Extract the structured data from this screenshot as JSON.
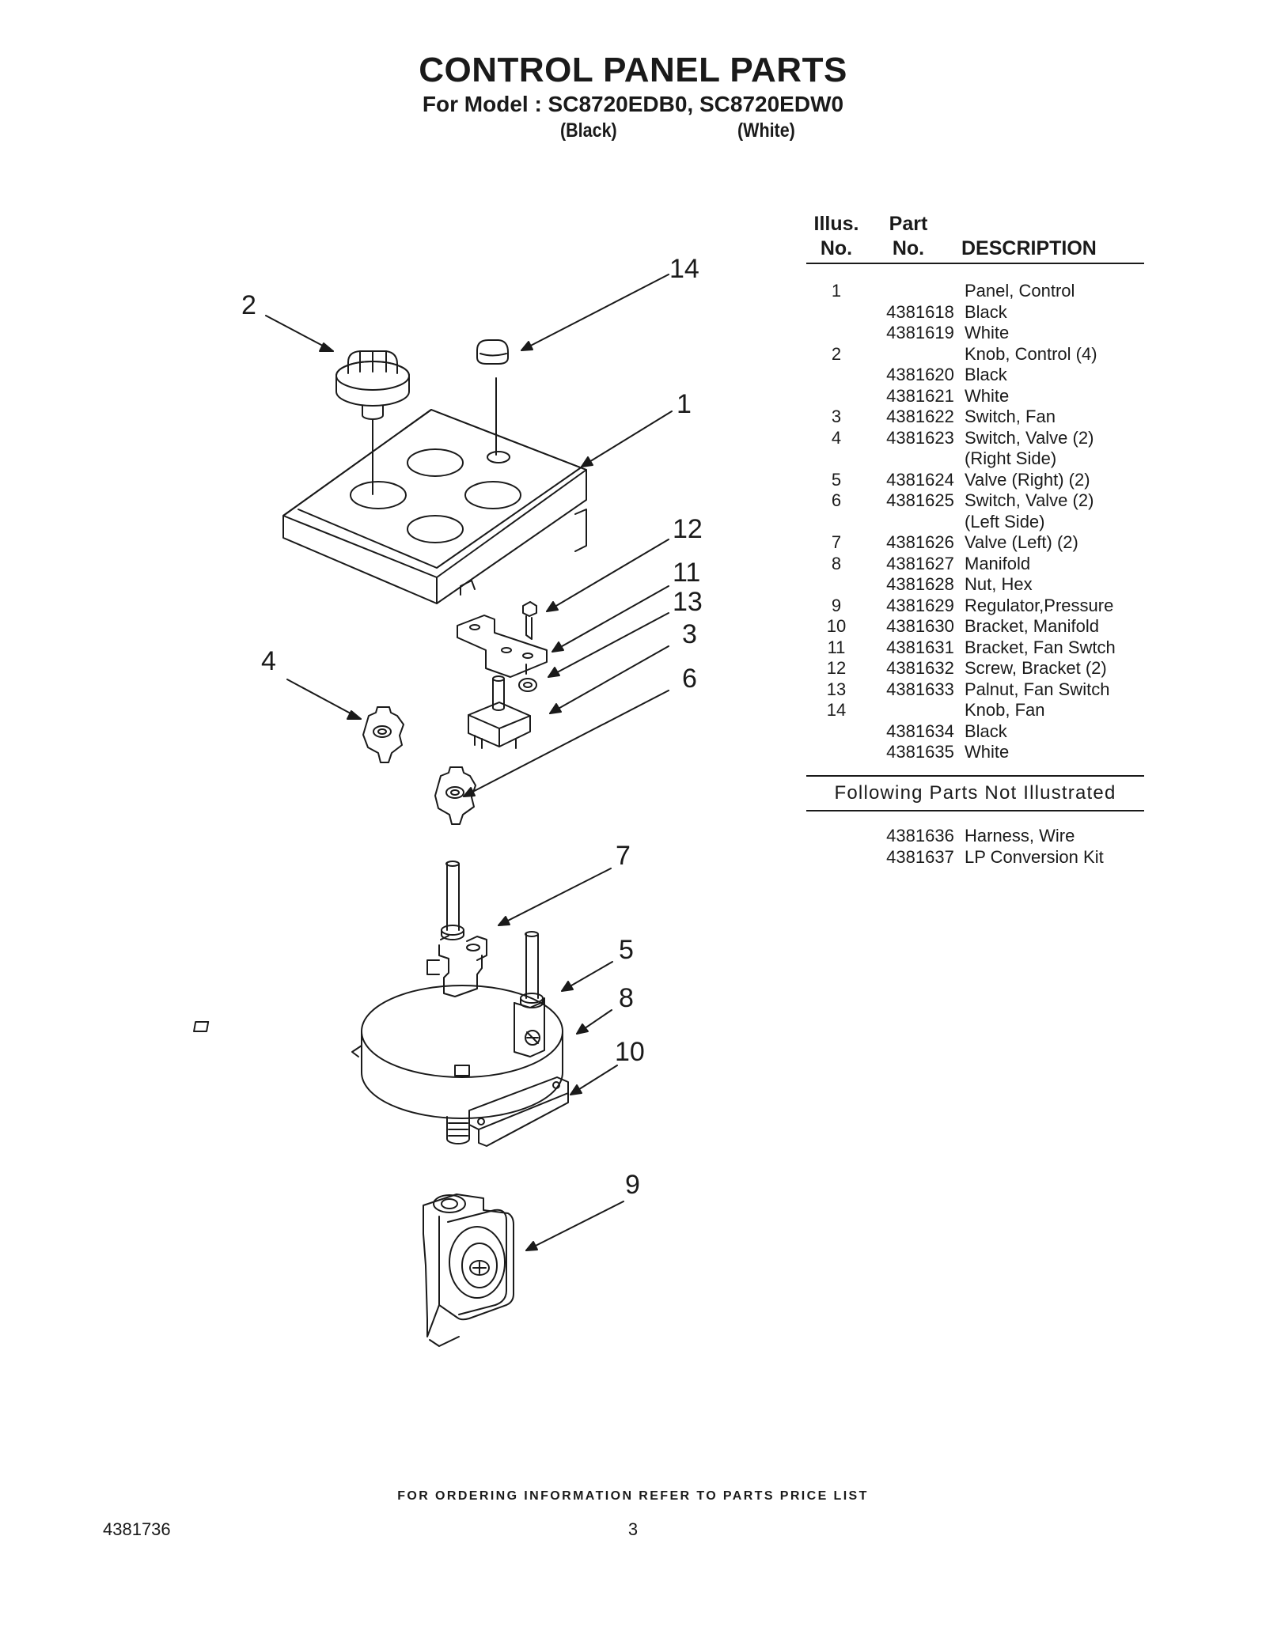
{
  "header": {
    "title": "CONTROL PANEL PARTS",
    "model_line": "For Model : SC8720EDB0, SC8720EDW0",
    "variant_black": "(Black)",
    "variant_white": "(White)"
  },
  "diagram": {
    "callouts": [
      "14",
      "2",
      "1",
      "12",
      "11",
      "13",
      "3",
      "4",
      "6",
      "7",
      "5",
      "8",
      "10",
      "9"
    ],
    "parts_drawn": [
      "knob-control-icon",
      "knob-fan-icon",
      "control-panel-icon",
      "screw-icon",
      "fan-bracket-icon",
      "palnut-icon",
      "fan-switch-icon",
      "valve-switch-icon",
      "valve-icon",
      "manifold-icon",
      "manifold-bracket-icon",
      "pressure-regulator-icon"
    ]
  },
  "table": {
    "header_illus_line1": "Illus.",
    "header_illus_line2": "No.",
    "header_part_line1": "Part",
    "header_part_line2": "No.",
    "header_description": "DESCRIPTION",
    "rows": [
      {
        "illus": "1",
        "part": "",
        "desc": "Panel, Control"
      },
      {
        "illus": "",
        "part": "4381618",
        "desc": "Black"
      },
      {
        "illus": "",
        "part": "4381619",
        "desc": "White"
      },
      {
        "illus": "2",
        "part": "",
        "desc": "Knob, Control (4)"
      },
      {
        "illus": "",
        "part": "4381620",
        "desc": "Black"
      },
      {
        "illus": "",
        "part": "4381621",
        "desc": "White"
      },
      {
        "illus": "3",
        "part": "4381622",
        "desc": "Switch, Fan"
      },
      {
        "illus": "4",
        "part": "4381623",
        "desc": "Switch, Valve (2)"
      },
      {
        "illus": "",
        "part": "",
        "desc": "(Right Side)"
      },
      {
        "illus": "5",
        "part": "4381624",
        "desc": "Valve (Right) (2)"
      },
      {
        "illus": "6",
        "part": "4381625",
        "desc": "Switch, Valve (2)"
      },
      {
        "illus": "",
        "part": "",
        "desc": "(Left Side)"
      },
      {
        "illus": "7",
        "part": "4381626",
        "desc": "Valve (Left) (2)"
      },
      {
        "illus": "8",
        "part": "4381627",
        "desc": "Manifold"
      },
      {
        "illus": "",
        "part": "4381628",
        "desc": "Nut, Hex"
      },
      {
        "illus": "9",
        "part": "4381629",
        "desc": "Regulator,Pressure"
      },
      {
        "illus": "10",
        "part": "4381630",
        "desc": "Bracket, Manifold"
      },
      {
        "illus": "11",
        "part": "4381631",
        "desc": "Bracket, Fan Swtch"
      },
      {
        "illus": "12",
        "part": "4381632",
        "desc": "Screw, Bracket (2)"
      },
      {
        "illus": "13",
        "part": "4381633",
        "desc": "Palnut, Fan Switch"
      },
      {
        "illus": "14",
        "part": "",
        "desc": "Knob, Fan"
      },
      {
        "illus": "",
        "part": "4381634",
        "desc": "Black"
      },
      {
        "illus": "",
        "part": "4381635",
        "desc": "White"
      }
    ],
    "not_illustrated_heading": "Following Parts Not Illustrated",
    "not_illustrated_rows": [
      {
        "illus": "",
        "part": "4381636",
        "desc": "Harness, Wire"
      },
      {
        "illus": "",
        "part": "4381637",
        "desc": "LP Conversion Kit"
      }
    ]
  },
  "footer": {
    "ordering_note": "FOR ORDERING INFORMATION REFER TO PARTS PRICE LIST",
    "document_number": "4381736",
    "page_number": "3"
  }
}
